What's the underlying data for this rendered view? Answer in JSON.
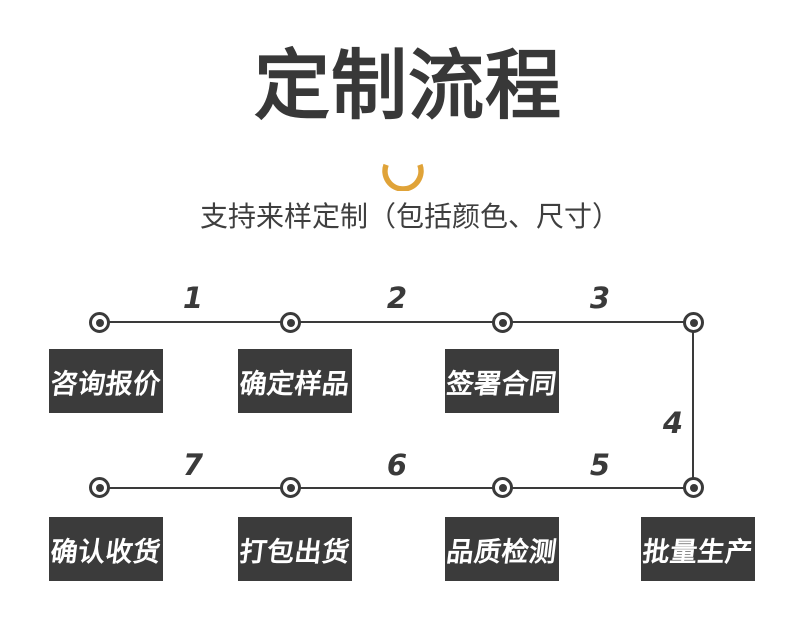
{
  "header": {
    "title": "定制流程",
    "subtitle": "支持来样定制（包括颜色、尺寸）"
  },
  "flow": {
    "top_row_boxes": [
      "咨询报价",
      "确定样品",
      "签署合同"
    ],
    "bottom_row_boxes": [
      "确认收货",
      "打包出货",
      "品质检测",
      "批量生产"
    ],
    "segment_labels": [
      "1",
      "2",
      "3",
      "4",
      "5",
      "6",
      "7"
    ]
  },
  "colors": {
    "accent_orange": "#E0A338",
    "box_background": "#3B3B3B",
    "line": "#3A3A3A",
    "title_text": "#383838",
    "box_text": "#FFFFFF"
  }
}
